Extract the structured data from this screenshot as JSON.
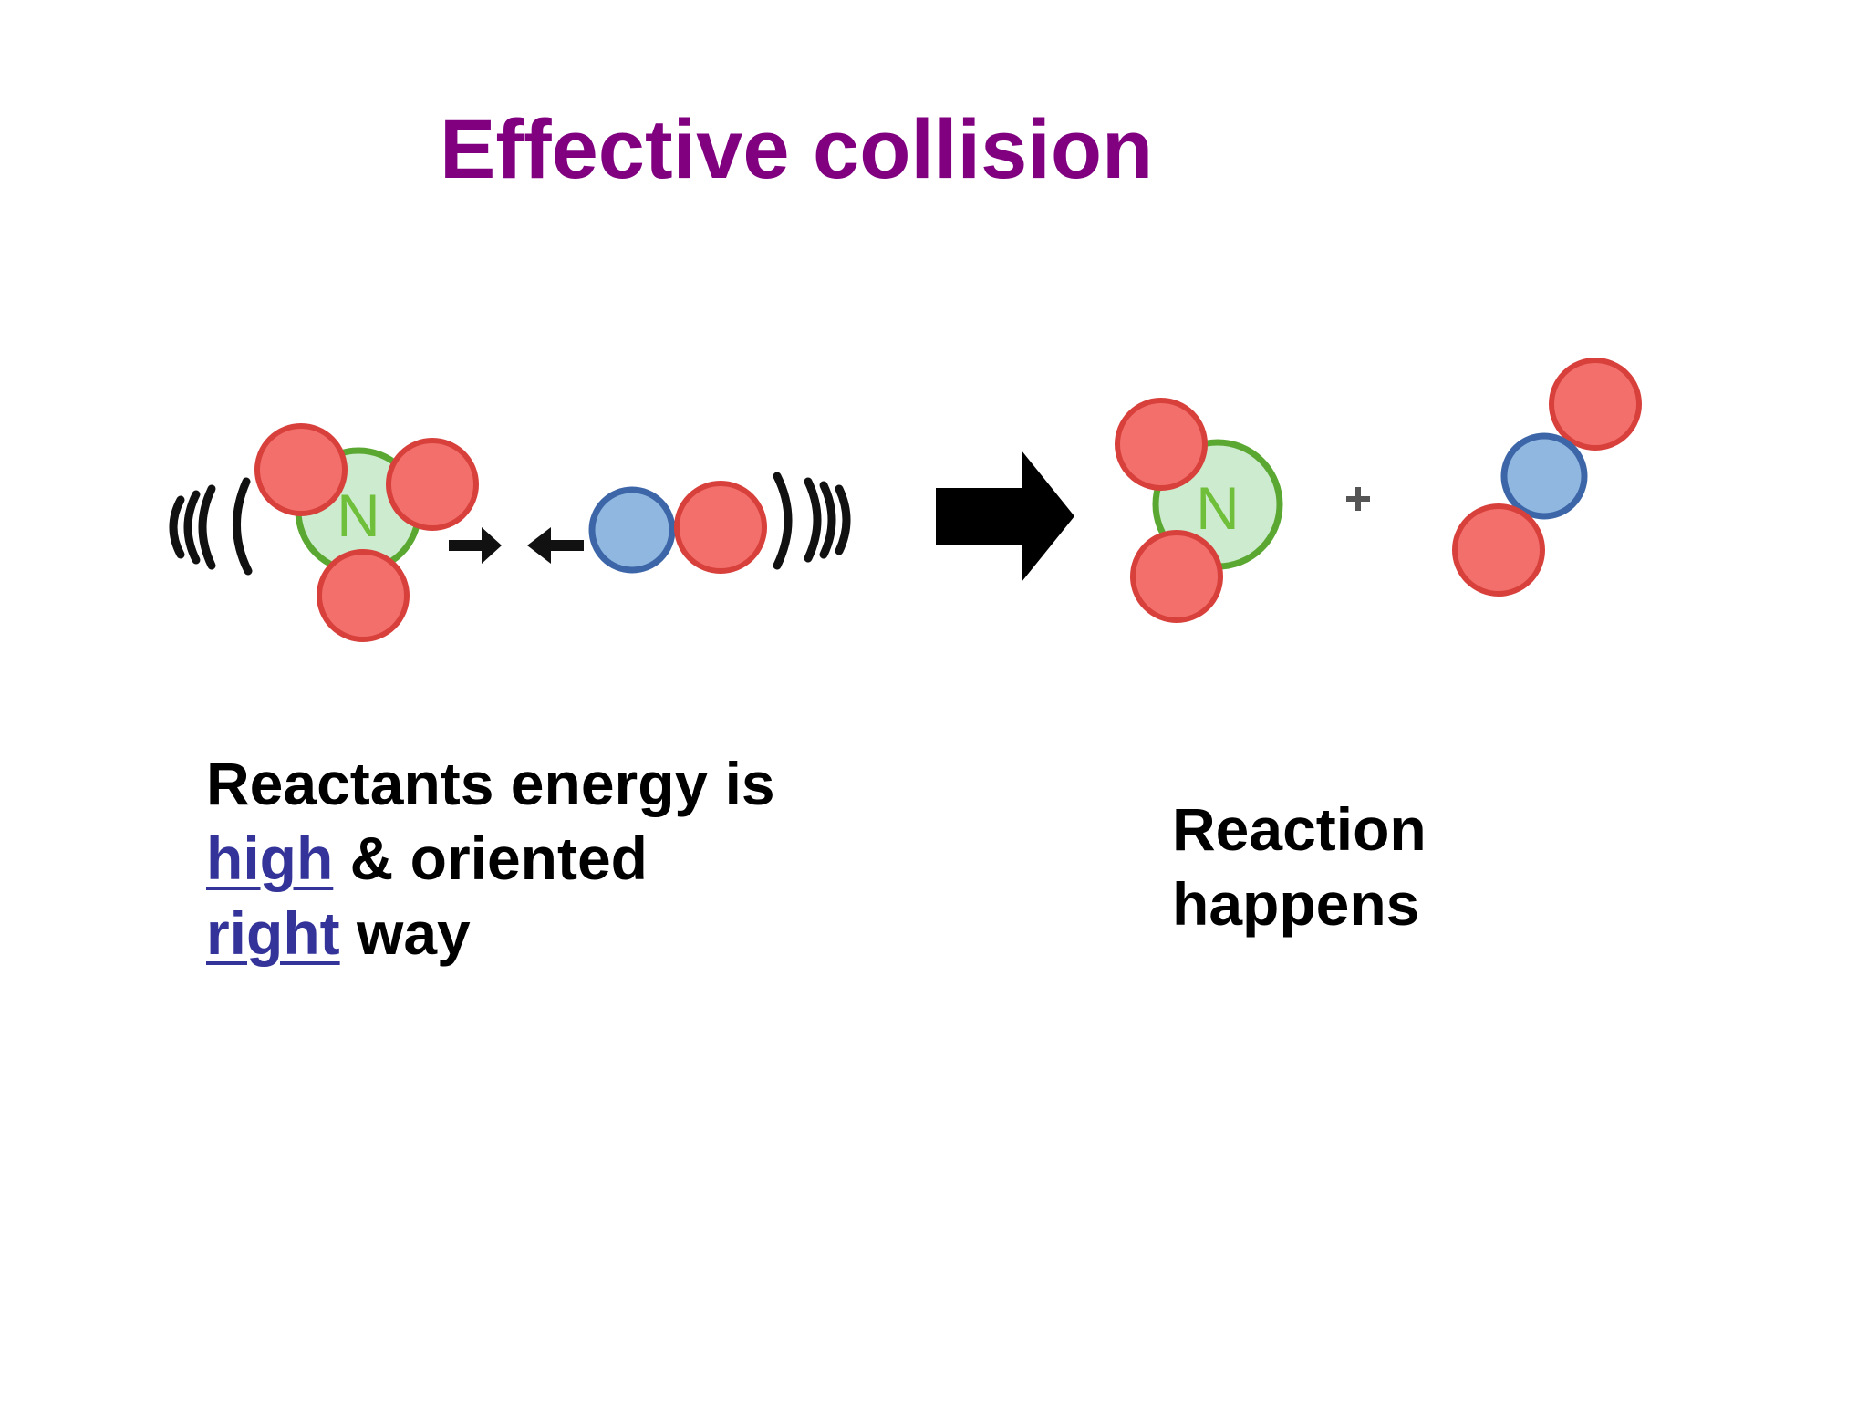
{
  "title": "Effective collision",
  "colors": {
    "title": "#800080",
    "oxygen_fill": "#f26f6b",
    "oxygen_stroke": "#d8403c",
    "nitrogen_fill": "#cdebcf",
    "nitrogen_stroke": "#5aa832",
    "carbon_fill": "#8fb7e0",
    "carbon_stroke": "#3d66a8",
    "link": "#333399"
  },
  "atoms": {
    "nitrogen_symbol": "N"
  },
  "left_caption": {
    "line1": "Reactants energy is",
    "line2_link": "high",
    "line2_rest": " & oriented",
    "line3_link": "right",
    "line3_rest": " way"
  },
  "right_caption": {
    "line1": "Reaction",
    "line2": "happens"
  },
  "icons": {
    "reaction_arrow": "right-arrow-icon",
    "plus_sign": "plus-icon"
  }
}
